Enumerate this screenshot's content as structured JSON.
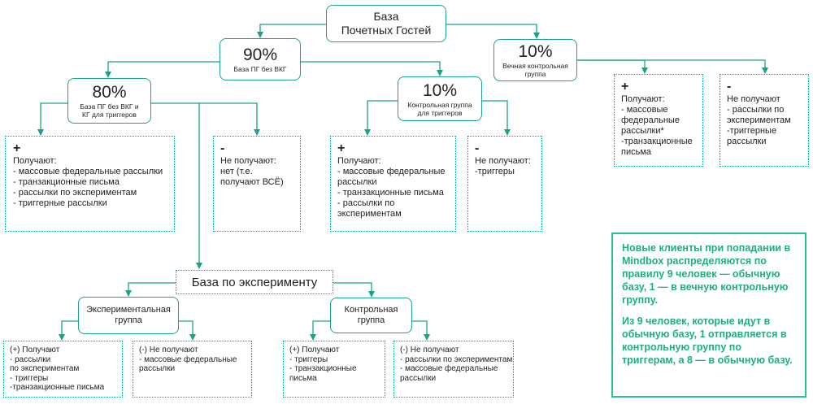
{
  "root": {
    "line1": "База",
    "line2": "Почетных Гостей"
  },
  "n90": {
    "percent": "90%",
    "caption": "База ПГ без ВКГ"
  },
  "n10_vkg": {
    "percent": "10%",
    "caption_line1": "Вечная контрольная",
    "caption_line2": "группа"
  },
  "n80": {
    "percent": "80%",
    "caption_line1": "База ПГ без ВКГ и",
    "caption_line2": "КГ для триггеров"
  },
  "n10_kg": {
    "percent": "10%",
    "caption_line1": "Контрольная группа",
    "caption_line2": "для триггеров"
  },
  "box_80_plus": {
    "sign": "+",
    "lines": [
      "Получают:",
      "- массовые федеральные рассылки",
      "- транзакционные письма",
      "- рассылки по экспериментам",
      "- триггерные рассылки"
    ]
  },
  "box_80_minus": {
    "sign": "-",
    "lines": [
      "Не получают:",
      "нет (т.е.",
      "получают ВСЁ)"
    ]
  },
  "box_kg_plus": {
    "sign": "+",
    "lines": [
      "Получают:",
      "- массовые федеральные",
      "рассылки",
      "- транзакционные письма",
      "- рассылки по",
      "экспериментам"
    ]
  },
  "box_kg_minus": {
    "sign": "-",
    "lines": [
      "Не получают:",
      "-триггеры"
    ]
  },
  "box_vkg_plus": {
    "sign": "+",
    "lines": [
      "Получают:",
      "- массовые",
      "федеральные",
      "рассылки*",
      "-транзакционные",
      "письма"
    ]
  },
  "box_vkg_minus": {
    "sign": "-",
    "lines": [
      "Не получают",
      "- рассылки по",
      "экспериментам",
      "-триггерные",
      "рассылки"
    ]
  },
  "experiment_base": {
    "title": "База по эксперименту"
  },
  "exp_group": {
    "line1": "Экспериментальная",
    "line2": "группа"
  },
  "ctrl_group": {
    "title": "Контрольная группа"
  },
  "box_exp_plus": {
    "lines": [
      "(+) Получают",
      "- рассылки",
      "по экспериментам",
      "- триггеры",
      "-транзакционные письма"
    ]
  },
  "box_exp_minus": {
    "lines": [
      "(-) Не получают",
      "- массовые федеральные",
      "рассылки"
    ]
  },
  "box_ctrl_plus": {
    "lines": [
      "(+) Получают",
      "- триггеры",
      "- транзакционные",
      "письма"
    ]
  },
  "box_ctrl_minus": {
    "lines": [
      "(-) Не получают",
      "- рассылки по экспериментам",
      "- массовые федеральные",
      "рассылки"
    ]
  },
  "info": {
    "paragraph1": "Новые клиенты при попадании в Mindbox распределяются по правилу 9 человек — обычную базу, 1 — в вечную контрольную группу.",
    "paragraph2": "Из 9 человек, которые идут в обычную базу, 1 отправляется в контрольную группу по триггерам, а 8 — в обычную базу."
  },
  "colors": {
    "accent": "#1aa38a",
    "info_text": "#1fae80",
    "info_border": "#2cc28a"
  }
}
